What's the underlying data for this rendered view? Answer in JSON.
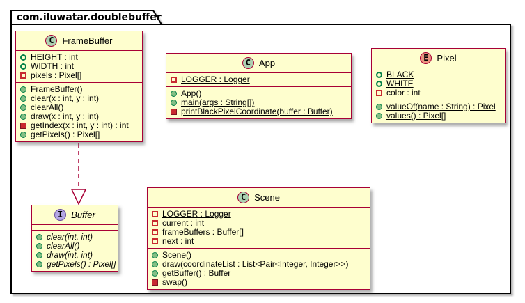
{
  "package": {
    "name": "com.iluwatar.doublebuffer"
  },
  "colors": {
    "box_fill": "#FEFECE",
    "box_border": "#A80036",
    "class_spot": "#ADD1B2",
    "enum_spot": "#EB937F",
    "interface_spot": "#B4A7E5",
    "public_green": "#84BE84",
    "public_green_border": "#038048",
    "private_red": "#C82930",
    "arrow": "#A80036",
    "package_border": "#000000"
  },
  "classes": [
    {
      "key": "framebuffer",
      "kind": "class",
      "spot_letter": "C",
      "name": "FrameBuffer",
      "name_italic": false,
      "fields": [
        {
          "visibility": "public",
          "shape": "circle",
          "filled": false,
          "underline": true,
          "italic": false,
          "text": "HEIGHT : int"
        },
        {
          "visibility": "public",
          "shape": "circle",
          "filled": false,
          "underline": true,
          "italic": false,
          "text": "WIDTH : int"
        },
        {
          "visibility": "private",
          "shape": "square",
          "filled": false,
          "underline": false,
          "italic": false,
          "text": "pixels : Pixel[]"
        }
      ],
      "methods": [
        {
          "visibility": "public",
          "shape": "circle",
          "filled": true,
          "underline": false,
          "italic": false,
          "text": "FrameBuffer()"
        },
        {
          "visibility": "public",
          "shape": "circle",
          "filled": true,
          "underline": false,
          "italic": false,
          "text": "clear(x : int, y : int)"
        },
        {
          "visibility": "public",
          "shape": "circle",
          "filled": true,
          "underline": false,
          "italic": false,
          "text": "clearAll()"
        },
        {
          "visibility": "public",
          "shape": "circle",
          "filled": true,
          "underline": false,
          "italic": false,
          "text": "draw(x : int, y : int)"
        },
        {
          "visibility": "private",
          "shape": "square",
          "filled": true,
          "underline": false,
          "italic": false,
          "text": "getIndex(x : int, y : int) : int"
        },
        {
          "visibility": "public",
          "shape": "circle",
          "filled": true,
          "underline": false,
          "italic": false,
          "text": "getPixels() : Pixel[]"
        }
      ]
    },
    {
      "key": "app",
      "kind": "class",
      "spot_letter": "C",
      "name": "App",
      "name_italic": false,
      "fields": [
        {
          "visibility": "private",
          "shape": "square",
          "filled": false,
          "underline": true,
          "italic": false,
          "text": "LOGGER : Logger"
        }
      ],
      "methods": [
        {
          "visibility": "public",
          "shape": "circle",
          "filled": true,
          "underline": false,
          "italic": false,
          "text": "App()"
        },
        {
          "visibility": "public",
          "shape": "circle",
          "filled": true,
          "underline": true,
          "italic": false,
          "text": "main(args : String[])"
        },
        {
          "visibility": "private",
          "shape": "square",
          "filled": true,
          "underline": true,
          "italic": false,
          "text": "printBlackPixelCoordinate(buffer : Buffer)"
        }
      ]
    },
    {
      "key": "pixel",
      "kind": "enum",
      "spot_letter": "E",
      "name": "Pixel",
      "name_italic": false,
      "fields": [
        {
          "visibility": "public",
          "shape": "circle",
          "filled": false,
          "underline": true,
          "italic": false,
          "text": "BLACK"
        },
        {
          "visibility": "public",
          "shape": "circle",
          "filled": false,
          "underline": true,
          "italic": false,
          "text": "WHITE"
        },
        {
          "visibility": "private",
          "shape": "square",
          "filled": false,
          "underline": false,
          "italic": false,
          "text": "color : int"
        }
      ],
      "methods": [
        {
          "visibility": "public",
          "shape": "circle",
          "filled": true,
          "underline": true,
          "italic": false,
          "text": "valueOf(name : String) : Pixel"
        },
        {
          "visibility": "public",
          "shape": "circle",
          "filled": true,
          "underline": true,
          "italic": false,
          "text": "values() : Pixel[]"
        }
      ]
    },
    {
      "key": "buffer",
      "kind": "interface",
      "spot_letter": "I",
      "name": "Buffer",
      "name_italic": true,
      "fields": [],
      "methods": [
        {
          "visibility": "public",
          "shape": "circle",
          "filled": true,
          "underline": false,
          "italic": true,
          "text": "clear(int, int)"
        },
        {
          "visibility": "public",
          "shape": "circle",
          "filled": true,
          "underline": false,
          "italic": true,
          "text": "clearAll()"
        },
        {
          "visibility": "public",
          "shape": "circle",
          "filled": true,
          "underline": false,
          "italic": true,
          "text": "draw(int, int)"
        },
        {
          "visibility": "public",
          "shape": "circle",
          "filled": true,
          "underline": false,
          "italic": true,
          "text": "getPixels() : Pixel[]"
        }
      ]
    },
    {
      "key": "scene",
      "kind": "class",
      "spot_letter": "C",
      "name": "Scene",
      "name_italic": false,
      "fields": [
        {
          "visibility": "private",
          "shape": "square",
          "filled": false,
          "underline": true,
          "italic": false,
          "text": "LOGGER : Logger"
        },
        {
          "visibility": "private",
          "shape": "square",
          "filled": false,
          "underline": false,
          "italic": false,
          "text": "current : int"
        },
        {
          "visibility": "private",
          "shape": "square",
          "filled": false,
          "underline": false,
          "italic": false,
          "text": "frameBuffers : Buffer[]"
        },
        {
          "visibility": "private",
          "shape": "square",
          "filled": false,
          "underline": false,
          "italic": false,
          "text": "next : int"
        }
      ],
      "methods": [
        {
          "visibility": "public",
          "shape": "circle",
          "filled": true,
          "underline": false,
          "italic": false,
          "text": "Scene()"
        },
        {
          "visibility": "public",
          "shape": "circle",
          "filled": true,
          "underline": false,
          "italic": false,
          "text": "draw(coordinateList : List<Pair<Integer, Integer>>)"
        },
        {
          "visibility": "public",
          "shape": "circle",
          "filled": true,
          "underline": false,
          "italic": false,
          "text": "getBuffer() : Buffer"
        },
        {
          "visibility": "private",
          "shape": "square",
          "filled": true,
          "underline": false,
          "italic": false,
          "text": "swap()"
        }
      ]
    }
  ],
  "relations": [
    {
      "from": "FrameBuffer",
      "to": "Buffer",
      "kind": "realization",
      "line_style": "dashed",
      "arrowhead": "hollow-triangle"
    }
  ]
}
